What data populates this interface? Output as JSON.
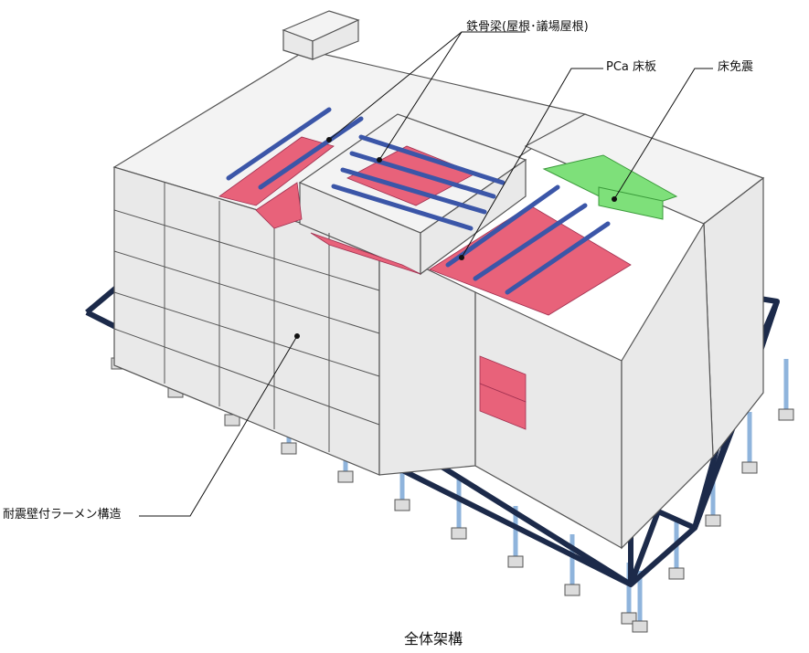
{
  "labels": {
    "steel_beam": "鉄骨梁(屋根･議場屋根)",
    "pca_slab": "PCa 床板",
    "floor_isolation": "床免震",
    "frame_structure": "耐震壁付ラーメン構造"
  },
  "caption": "全体架構",
  "colors": {
    "wall": "#e9e9e9",
    "wall_top": "#f3f3f3",
    "edge": "#555555",
    "steel_beam": "#3b56a8",
    "pca_slab": "#e8627a",
    "floor_isolation": "#7ee07a",
    "base_truss": "#1c2a4a",
    "column": "#8fb4dc",
    "pedestal": "#dcdcdc"
  }
}
